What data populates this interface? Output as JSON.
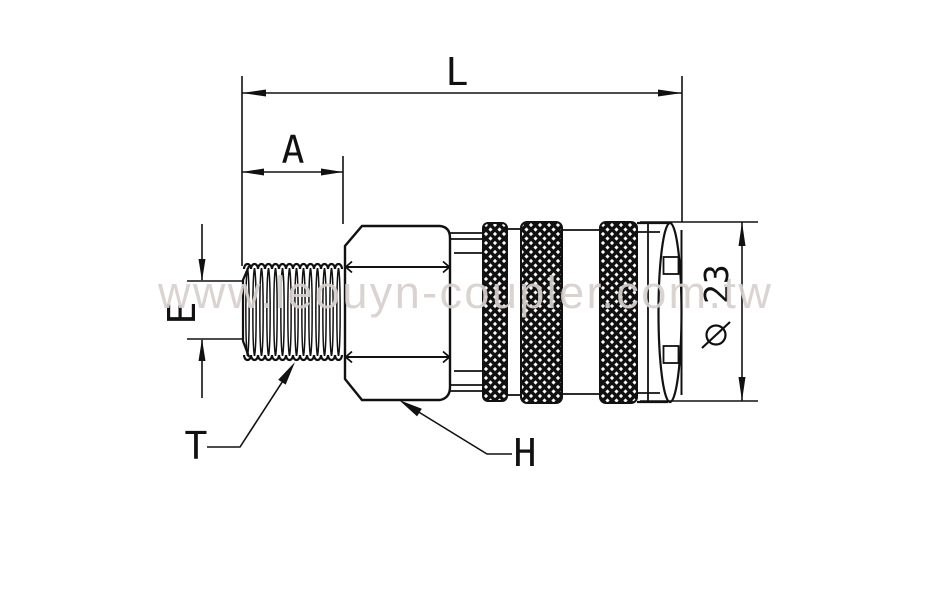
{
  "drawing": {
    "type": "engineering-dimension-drawing",
    "subject": "pneumatic quick coupler, male thread end",
    "colors": {
      "background": "#ffffff",
      "line": "#111111",
      "watermark": "#d8d0cd"
    },
    "labels": {
      "overall_length": "L",
      "thread_length": "A",
      "tip_diameter": "E",
      "thread_callout": "T",
      "hex_callout": "H",
      "body_diameter_symbol": "⌀",
      "body_diameter_value": "23"
    }
  },
  "watermark": {
    "text": "www.leouyn-coupler.com.tw"
  }
}
